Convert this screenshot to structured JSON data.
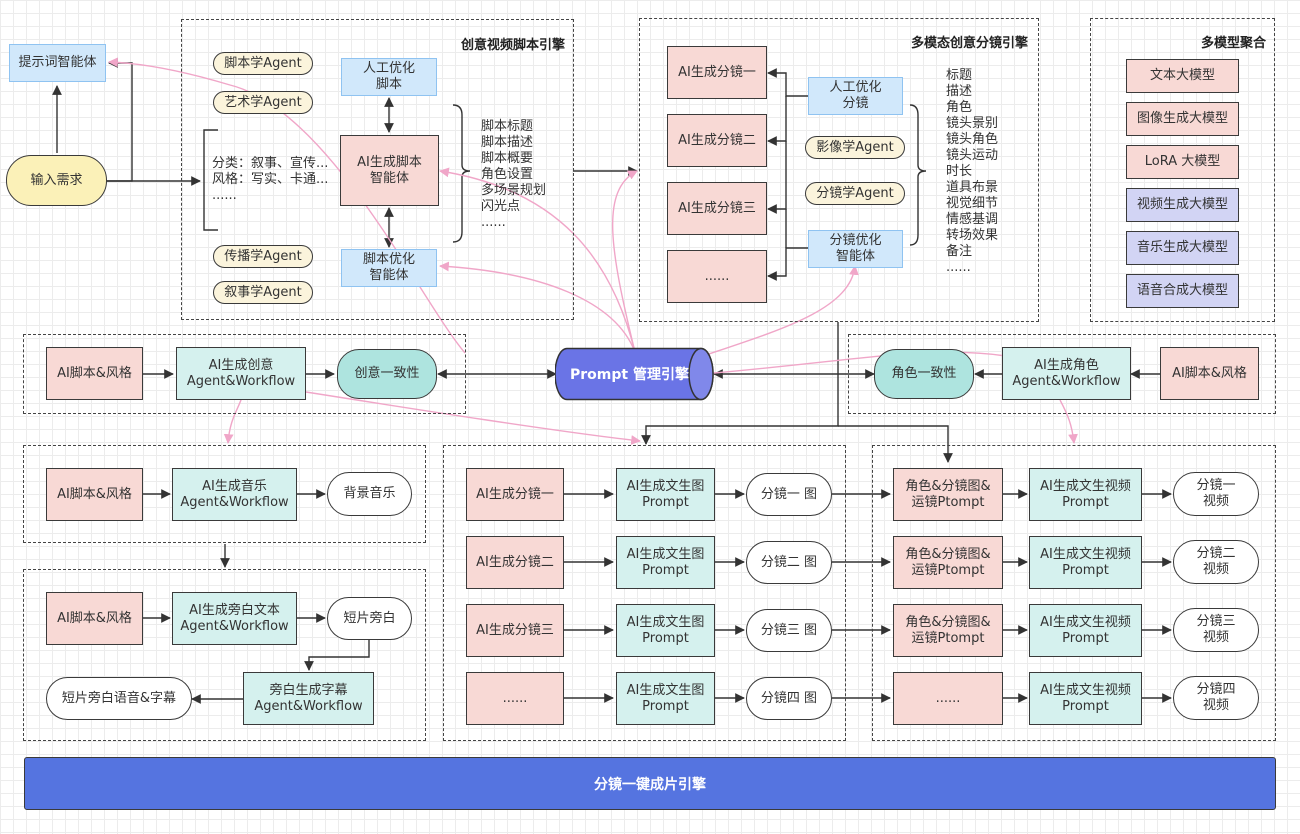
{
  "groups": {
    "script_engine": "创意视频脚本引擎",
    "storyboard_engine": "多模态创意分镜引擎",
    "model_agg": "多模型聚合"
  },
  "left": {
    "prompt_agent": "提示词智能体",
    "input": "输入需求"
  },
  "script_engine": {
    "agents": [
      "脚本学Agent",
      "艺术学Agent",
      "传播学Agent",
      "叙事学Agent"
    ],
    "classify_lines": "分类：叙事、宣传...\n风格：写实、卡通...\n        ......",
    "manual": "人工优化\n脚本",
    "ai_script": "AI生成脚本\n智能体",
    "optimizer": "脚本优化\n智能体",
    "fields": "脚本标题\n脚本描述\n脚本概要\n角色设置\n多场景规划\n闪光点\n......"
  },
  "storyboard_engine": {
    "shots": [
      "AI生成分镜一",
      "AI生成分镜二",
      "AI生成分镜三",
      "......"
    ],
    "manual": "人工优化\n分镜",
    "agents": [
      "影像学Agent",
      "分镜学Agent"
    ],
    "optimizer": "分镜优化\n智能体",
    "fields": "标题\n描述\n角色\n镜头景别\n镜头角色\n镜头运动\n时长\n道具布景\n视觉细节\n情感基调\n转场效果\n备注\n......"
  },
  "models": [
    "文本大模型",
    "图像生成大模型",
    "LoRA 大模型",
    "视频生成大模型",
    "音乐生成大模型",
    "语音合成大模型"
  ],
  "middle": {
    "left_script": "AI脚本&风格",
    "left_agent": "AI生成创意\nAgent&Workflow",
    "left_consistency": "创意一致性",
    "prompt_engine": "Prompt 管理引擎",
    "right_consistency": "角色一致性",
    "right_agent": "AI生成角色\nAgent&Workflow",
    "right_script": "AI脚本&风格"
  },
  "music": {
    "script": "AI脚本&风格",
    "agent": "AI生成音乐\nAgent&Workflow",
    "output": "背景音乐"
  },
  "narration": {
    "script": "AI脚本&风格",
    "agent": "AI生成旁白文本\nAgent&Workflow",
    "output": "短片旁白",
    "subtitle_agent": "旁白生成字幕\nAgent&Workflow",
    "final": "短片旁白语音&字幕"
  },
  "image_rows": [
    {
      "shot": "AI生成分镜一",
      "prompt": "AI生成文生图\nPrompt",
      "image": "分镜一 图"
    },
    {
      "shot": "AI生成分镜二",
      "prompt": "AI生成文生图\nPrompt",
      "image": "分镜二 图"
    },
    {
      "shot": "AI生成分镜三",
      "prompt": "AI生成文生图\nPrompt",
      "image": "分镜三 图"
    },
    {
      "shot": "......",
      "prompt": "AI生成文生图\nPrompt",
      "image": "分镜四 图"
    }
  ],
  "video_rows": [
    {
      "camera": "角色&分镜图&\n运镜Ptompt",
      "prompt": "AI生成文生视频\nPrompt",
      "video": "分镜一\n视频"
    },
    {
      "camera": "角色&分镜图&\n运镜Ptompt",
      "prompt": "AI生成文生视频\nPrompt",
      "video": "分镜二\n视频"
    },
    {
      "camera": "角色&分镜图&\n运镜Ptompt",
      "prompt": "AI生成文生视频\nPrompt",
      "video": "分镜三\n视频"
    },
    {
      "camera": "......",
      "prompt": "AI生成文生视频\nPrompt",
      "video": "分镜四\n视频"
    }
  ],
  "bottom": "分镜一键成片引擎",
  "colors": {
    "pink_arrow": "#f0a6c8",
    "engine_blue": "#6a74e6",
    "bar_blue": "#5574e0"
  }
}
